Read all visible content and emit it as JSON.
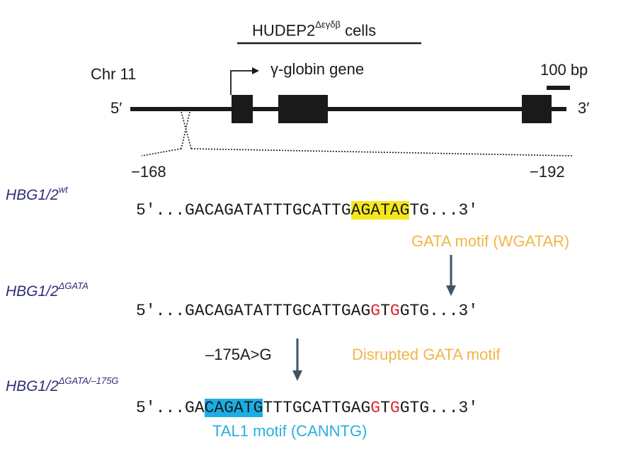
{
  "header": {
    "cell_line": "HUDEP2",
    "cell_line_sup": "Δεγδβ",
    "cell_line_suffix": " cells"
  },
  "locus": {
    "chromosome": "Chr 11",
    "gene": "γ-globin gene",
    "scale_bar": "100 bp",
    "five_prime": "5′",
    "three_prime": "3′",
    "pos_left": "−168",
    "pos_right": "−192"
  },
  "rows": [
    {
      "genotype_base": "HBG1/2",
      "genotype_sup": "wt",
      "seq_prefix": "5′...GACAGATATTTGCATTG",
      "seq_highlight": "AGATAG",
      "seq_suffix": "TG...3′",
      "annotation": "GATA motif (WGATAR)"
    },
    {
      "genotype_base": "HBG1/2",
      "genotype_sup": "ΔGATA",
      "seq_p1": "5′...GACAGATATTTGCATTGAG",
      "seq_m1": "G",
      "seq_p2": "T",
      "seq_m2": "G",
      "seq_p3": "GTG...3′",
      "annotation": "Disrupted GATA motif",
      "mutation": "–175A>G"
    },
    {
      "genotype_base": "HBG1/2",
      "genotype_sup": "ΔGATA/–175G",
      "seq_p0": "5′...GA",
      "seq_highlight": "CAGATG",
      "seq_p1": "TTTGCATTGAG",
      "seq_m1": "G",
      "seq_p2": "T",
      "seq_m2": "G",
      "seq_p3": "GTG...3′",
      "annotation": "TAL1 motif (CANNTG)"
    }
  ],
  "colors": {
    "genotype": "#2e2f77",
    "gata_motif": "#f2b548",
    "tal1_motif": "#29aee0",
    "highlight_yellow": "#f6e71c",
    "highlight_cyan": "#1aaee5",
    "mutation_red": "#e0242a",
    "arrow": "#3f5366"
  }
}
